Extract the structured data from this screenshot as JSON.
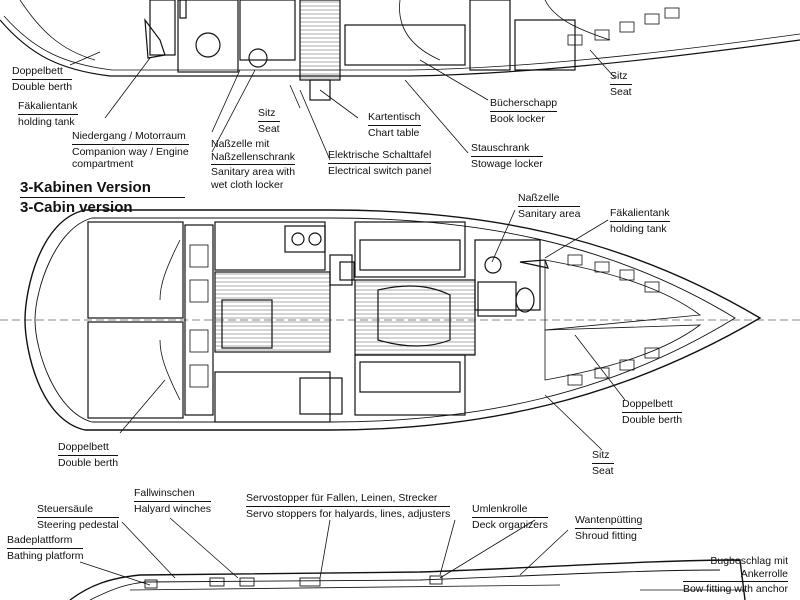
{
  "section_title": {
    "de": "3-Kabinen Version",
    "en": "3-Cabin version"
  },
  "top_plan_labels": {
    "doppelbett": {
      "de": "Doppelbett",
      "en": "Double berth"
    },
    "faekalientank": {
      "de": "Fäkalientank",
      "en": "holding tank"
    },
    "niedergang": {
      "de": "Niedergang / Motorraum",
      "en": "Companion way / Engine",
      "en2": "compartment"
    },
    "sitz": {
      "de": "Sitz",
      "en": "Seat"
    },
    "nasszelle": {
      "de": "Naßzelle mit",
      "de2": "Naßzellenschrank",
      "en": "Sanitary area with",
      "en2": "wet cloth locker"
    },
    "kartentisch": {
      "de": "Kartentisch",
      "en": "Chart table"
    },
    "schalttafel": {
      "de": "Elektrische Schalttafel",
      "en": "Electrical switch panel"
    },
    "buecherschapp": {
      "de": "Bücherschapp",
      "en": "Book locker"
    },
    "stauschrank": {
      "de": "Stauschrank",
      "en": "Stowage locker"
    },
    "sitz_right": {
      "de": "Sitz",
      "en": "Seat"
    }
  },
  "mid_plan_labels": {
    "nasszelle": {
      "de": "Naßzelle",
      "en": "Sanitary area"
    },
    "faekalientank": {
      "de": "Fäkalientank",
      "en": "holding tank"
    },
    "doppelbett_right": {
      "de": "Doppelbett",
      "en": "Double berth"
    },
    "doppelbett_left": {
      "de": "Doppelbett",
      "en": "Double berth"
    },
    "sitz": {
      "de": "Sitz",
      "en": "Seat"
    }
  },
  "deck_labels": {
    "steuersaeule": {
      "de": "Steuersäule",
      "en": "Steering pedestal"
    },
    "fallwinschen": {
      "de": "Fallwinschen",
      "en": "Halyard winches"
    },
    "servostopper": {
      "de": "Servostopper für Fallen, Leinen, Strecker",
      "en": "Servo stoppers for halyards, lines, adjusters"
    },
    "umlenkrolle": {
      "de": "Umlenkrolle",
      "en": "Deck organizers"
    },
    "wantenpuetting": {
      "de": "Wantenpütting",
      "en": "Shroud fitting"
    },
    "badeplattform": {
      "de": "Badeplattform",
      "en": "Bathing platform"
    },
    "bugbeschlag": {
      "de": "Bugbeschlag mit",
      "de2": "Ankerrolle",
      "en": "Bow fitting with anchor"
    }
  }
}
